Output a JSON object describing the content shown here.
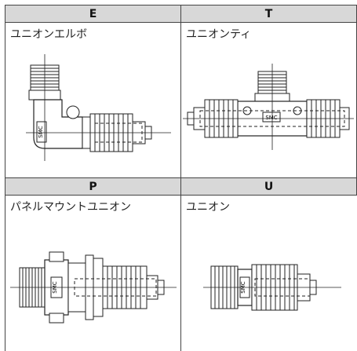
{
  "cells": [
    {
      "code": "E",
      "name": "ユニオンエルボ"
    },
    {
      "code": "T",
      "name": "ユニオンティ"
    },
    {
      "code": "P",
      "name": "パネルマウントユニオン"
    },
    {
      "code": "U",
      "name": "ユニオン"
    }
  ],
  "body_mark": "SMC"
}
